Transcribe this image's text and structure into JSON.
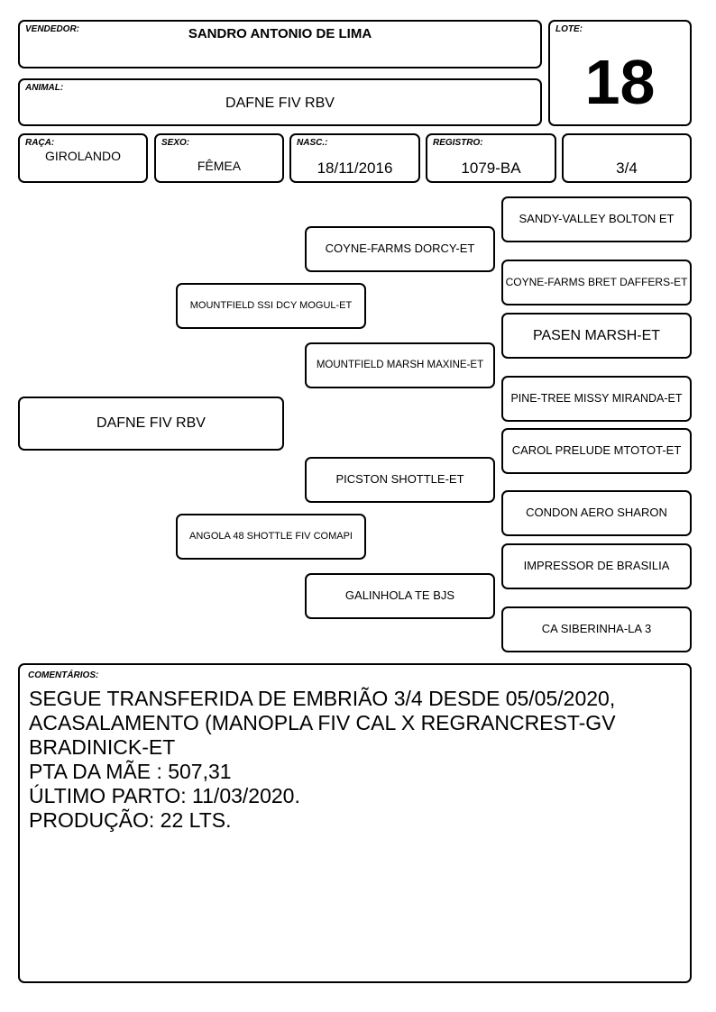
{
  "header": {
    "vendedor": {
      "label": "VENDEDOR:",
      "value": "SANDRO ANTONIO DE LIMA"
    },
    "lote": {
      "label": "LOTE:",
      "value": "18"
    },
    "animal": {
      "label": "ANIMAL:",
      "value": "DAFNE FIV RBV"
    },
    "raca": {
      "label": "RAÇA:",
      "value": "GIROLANDO"
    },
    "sexo": {
      "label": "SEXO:",
      "value": "FÊMEA"
    },
    "nasc": {
      "label": "NASC.:",
      "value": "18/11/2016"
    },
    "registro": {
      "label": "REGISTRO:",
      "value": "1079-BA"
    },
    "grau": {
      "value": "3/4"
    }
  },
  "pedigree": {
    "animal": "DAFNE FIV RBV",
    "sire": "MOUNTFIELD SSI DCY MOGUL-ET",
    "dam": "ANGOLA 48 SHOTTLE FIV COMAPI",
    "sire_sire": "COYNE-FARMS DORCY-ET",
    "sire_dam": "MOUNTFIELD MARSH MAXINE-ET",
    "dam_sire": "PICSTON SHOTTLE-ET",
    "dam_dam": "GALINHOLA TE BJS",
    "ggp": [
      "SANDY-VALLEY BOLTON ET",
      "COYNE-FARMS BRET DAFFERS-ET",
      "PASEN MARSH-ET",
      "PINE-TREE MISSY MIRANDA-ET",
      "CAROL PRELUDE MTOTOT-ET",
      "CONDON AERO SHARON",
      "IMPRESSOR DE BRASILIA",
      "CA SIBERINHA-LA 3"
    ]
  },
  "comments": {
    "label": "COMENTÁRIOS:",
    "text": "SEGUE TRANSFERIDA DE EMBRIÃO 3/4 DESDE 05/05/2020,\nACASALAMENTO (MANOPLA FIV CAL X REGRANCREST-GV\nBRADINICK-ET\nPTA DA MÃE : 507,31\nÚLTIMO PARTO: 11/03/2020.\nPRODUÇÃO: 22 LTS."
  }
}
